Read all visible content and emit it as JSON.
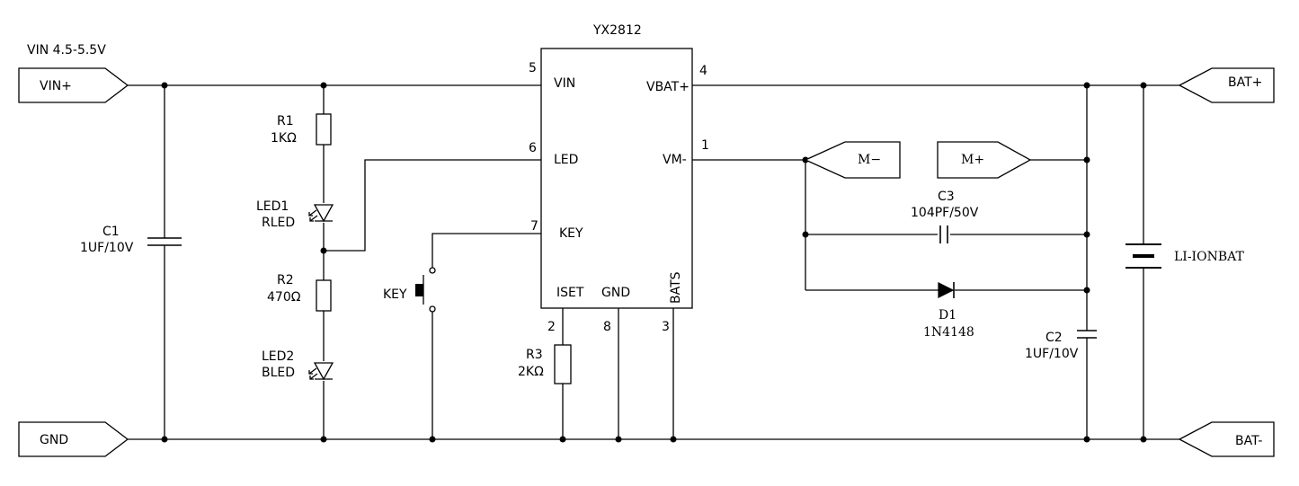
{
  "supply": {
    "label": "VIN 4.5-5.5V"
  },
  "ic": {
    "name": "YX2812",
    "pins": {
      "vin": {
        "num": "5",
        "label": "VIN"
      },
      "led": {
        "num": "6",
        "label": "LED"
      },
      "key": {
        "num": "7",
        "label": "KEY"
      },
      "iset": {
        "num": "2",
        "label": "ISET"
      },
      "gnd": {
        "num": "8",
        "label": "GND"
      },
      "bats": {
        "num": "3",
        "label": "BATS"
      },
      "vbat": {
        "num": "4",
        "label": "VBAT+"
      },
      "vm": {
        "num": "1",
        "label": "VM-"
      }
    }
  },
  "ports": {
    "vin": "VIN+",
    "gnd": "GND",
    "bat_pos": "BAT+",
    "bat_neg": "BAT-",
    "m_neg": "M−",
    "m_pos": "M+"
  },
  "components": {
    "c1": {
      "ref": "C1",
      "value": "1UF/10V"
    },
    "r1": {
      "ref": "R1",
      "value": "1KΩ"
    },
    "led1": {
      "ref": "LED1",
      "value": "RLED"
    },
    "r2": {
      "ref": "R2",
      "value": "470Ω"
    },
    "led2": {
      "ref": "LED2",
      "value": "BLED"
    },
    "key": {
      "ref": "KEY"
    },
    "r3": {
      "ref": "R3",
      "value": "2KΩ"
    },
    "c3": {
      "ref": "C3",
      "value": "104PF/50V"
    },
    "d1": {
      "ref": "D1",
      "value": "1N4148"
    },
    "c2": {
      "ref": "C2",
      "value": "1UF/10V"
    },
    "battery": {
      "ref": "LI-IONBAT"
    }
  }
}
